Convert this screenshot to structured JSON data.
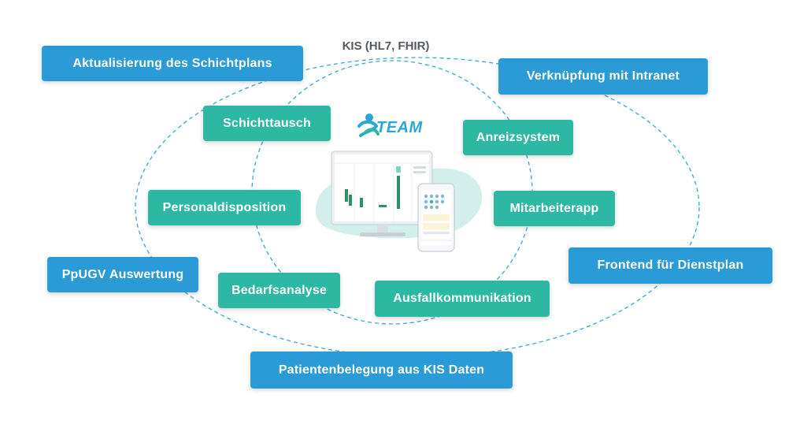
{
  "top_label": "KIS (HL7, FHIR)",
  "logo": {
    "text": "TEAM"
  },
  "colors": {
    "outer_blue": "#2a9bd6",
    "inner_teal": "#2db8a4",
    "ring": "#3aa6d6"
  },
  "outer_nodes": {
    "shift_plan_update": "Aktualisierung des Schichtplans",
    "intranet_link": "Verknüpfung mit Intranet",
    "ppugv": "PpUGV Auswertung",
    "frontend": "Frontend für Dienstplan",
    "patient_occupancy": "Patientenbelegung aus KIS Daten"
  },
  "inner_nodes": {
    "shift_swap": "Schichttausch",
    "incentive": "Anreizsystem",
    "staff_dispatch": "Personaldisposition",
    "employee_app": "Mitarbeiterapp",
    "demand_analysis": "Bedarfsanalyse",
    "absence_comm": "Ausfallkommunikation"
  },
  "illustration": {
    "monitor_icon": "desktop-monitor-icon",
    "phone_icon": "smartphone-icon"
  }
}
